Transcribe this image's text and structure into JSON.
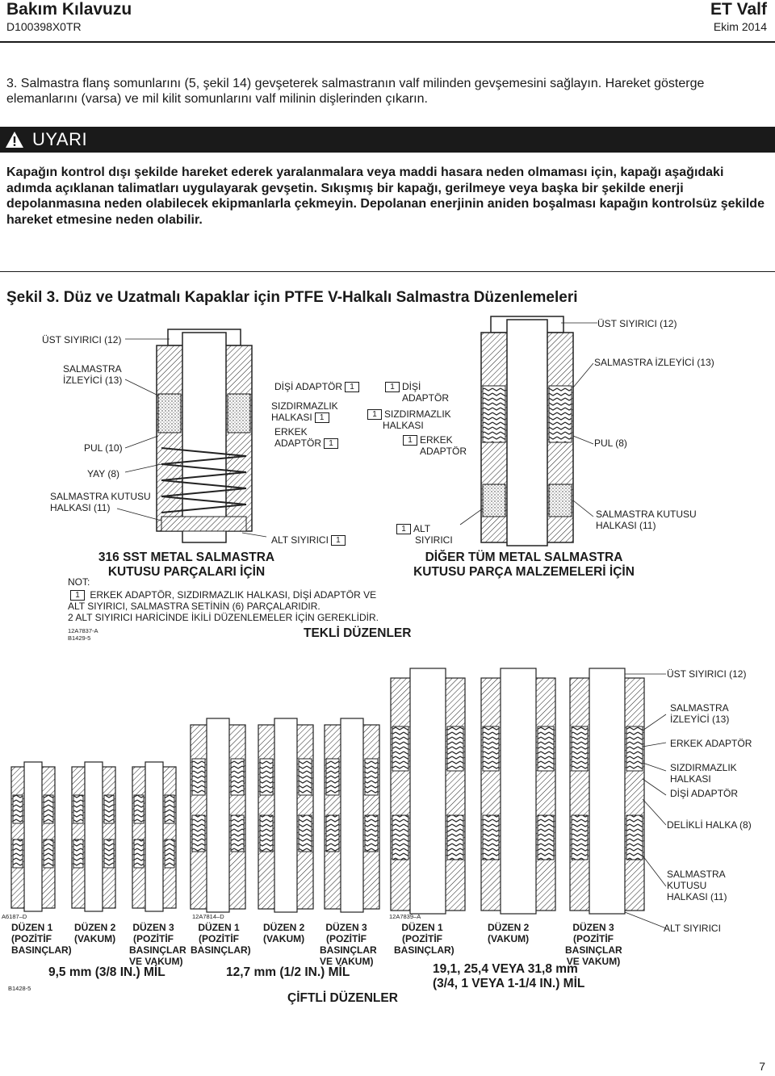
{
  "header": {
    "title": "Bakım Kılavuzu",
    "doc_number": "D100398X0TR",
    "brand": "ET Valf",
    "date": "Ekim 2014"
  },
  "step": "3.  Salmastra flanş somunlarını (5, şekil 14) gevşeterek salmastranın valf milinden gevşemesini sağlayın. Hareket gösterge elemanlarını (varsa) ve mil kilit somunlarını valf milinin dişlerinden çıkarın.",
  "warning": {
    "title": "UYARI",
    "text": "Kapağın kontrol dışı şekilde hareket ederek yaralanmalara veya maddi hasara neden olmaması için, kapağı aşağıdaki adımda açıklanan talimatları uygulayarak gevşetin. Sıkışmış bir kapağı, gerilmeye veya başka bir şekilde enerji depolanmasına neden olabilecek ekipmanlarla çekmeyin. Depolanan enerjinin aniden boşalması kapağın kontrolsüz şekilde hareket etmesine neden olabilir."
  },
  "figure": {
    "title": "Şekil 3. Düz ve Uzatmalı Kapaklar için PTFE V-Halkalı Salmastra Düzenlemeleri",
    "single": {
      "left_labels": {
        "wiper": "ÜST SIYIRICI (12)",
        "follower_1": "SALMASTRA",
        "follower_2": "İZLEYİCİ (13)",
        "washer": "PUL (10)",
        "spring": "YAY (8)",
        "box_ring_1": "SALMASTRA KUTUSU",
        "box_ring_2": "HALKASI (11)"
      },
      "mid_labels": {
        "female": "DİŞİ ADAPTÖR",
        "seal_1": "SIZDIRMAZLIK",
        "seal_2": "HALKASI",
        "male_1": "ERKEK",
        "male_2": "ADAPTÖR",
        "bottom_wiper": "ALT SIYIRICI"
      },
      "mid2_labels": {
        "female_1": "DİŞİ",
        "female_2": "ADAPTÖR",
        "seal_1": "SIZDIRMAZLIK",
        "seal_2": "HALKASI",
        "male_1": "ERKEK",
        "male_2": "ADAPTÖR",
        "alt_1": "ALT",
        "alt_2": "SIYIRICI"
      },
      "right_labels": {
        "wiper": "ÜST SIYIRICI (12)",
        "follower": "SALMASTRA İZLEYİCİ (13)",
        "washer": "PUL (8)",
        "box_ring_1": "SALMASTRA KUTUSU",
        "box_ring_2": "HALKASI (11)"
      },
      "marker": "1",
      "caption_left_1": "316 SST METAL SALMASTRA",
      "caption_left_2": "KUTUSU PARÇALARI İÇİN",
      "caption_right_1": "DİĞER TÜM METAL SALMASTRA",
      "caption_right_2": "KUTUSU PARÇA MALZEMELERİ İÇİN",
      "note_title": "NOT:",
      "note_1": "ERKEK ADAPTÖR, SIZDIRMAZLIK HALKASI, DİŞİ ADAPTÖR VE",
      "note_2": "ALT SIYIRICI, SALMASTRA SETİNİN (6) PARÇALARIDIR.",
      "note_3": "2 ALT SIYIRICI HARİCİNDE İKİLİ DÜZENLEMELER İÇİN GEREKLİDİR.",
      "ref_1": "12A7837-A",
      "ref_2": "B1429-5",
      "section_title": "TEKLİ DÜZENLER"
    },
    "double": {
      "right_labels": {
        "wiper": "ÜST SIYIRICI (12)",
        "follower_1": "SALMASTRA",
        "follower_2": "İZLEYİCİ (13)",
        "male": "ERKEK ADAPTÖR",
        "seal_1": "SIZDIRMAZLIK",
        "seal_2": "HALKASI",
        "female": "DİŞİ ADAPTÖR",
        "lantern": "DELİKLİ HALKA (8)",
        "box_1": "SALMASTRA",
        "box_2": "KUTUSU",
        "box_3": "HALKASI (11)",
        "bottom": "ALT SIYIRICI"
      },
      "refs": [
        "A6187–D",
        "12A7814–D",
        "12A7839–A",
        "B1428-5"
      ],
      "group_a": {
        "d1": [
          "DÜZEN 1",
          "(POZİTİF",
          "BASINÇLAR)"
        ],
        "d2": [
          "DÜZEN 2",
          "(VAKUM)"
        ],
        "d3": [
          "DÜZEN 3",
          "(POZİTİF",
          "BASINÇLAR",
          "VE VAKUM)"
        ],
        "stem": "9,5 mm (3/8 IN.) MİL"
      },
      "group_b": {
        "d1": [
          "DÜZEN 1",
          "(POZİTİF",
          "BASINÇLAR)"
        ],
        "d2": [
          "DÜZEN 2",
          "(VAKUM)"
        ],
        "d3": [
          "DÜZEN 3",
          "(POZİTİF",
          "BASINÇLAR",
          "VE VAKUM)"
        ],
        "stem": "12,7 mm (1/2 IN.) MİL"
      },
      "group_c": {
        "d1": [
          "DÜZEN 1",
          "(POZİTİF",
          "BASINÇLAR)"
        ],
        "d2": [
          "DÜZEN 2",
          "(VAKUM)"
        ],
        "d3": [
          "DÜZEN 3",
          "(POZİTİF",
          "BASINÇLAR",
          "VE VAKUM)"
        ],
        "stem_1": "19,1, 25,4 VEYA 31,8 mm",
        "stem_2": "(3/4, 1 VEYA 1-1/4 IN.) MİL"
      },
      "section_title": "ÇİFTLİ DÜZENLER"
    }
  },
  "page_number": "7"
}
